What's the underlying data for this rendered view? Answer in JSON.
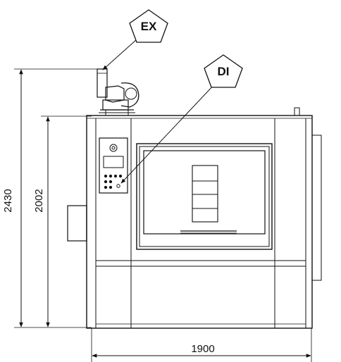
{
  "dimensions": {
    "total_height": "2430",
    "body_height": "2002",
    "width": "1900"
  },
  "callouts": {
    "exhaust": "EX",
    "display": "DI"
  }
}
